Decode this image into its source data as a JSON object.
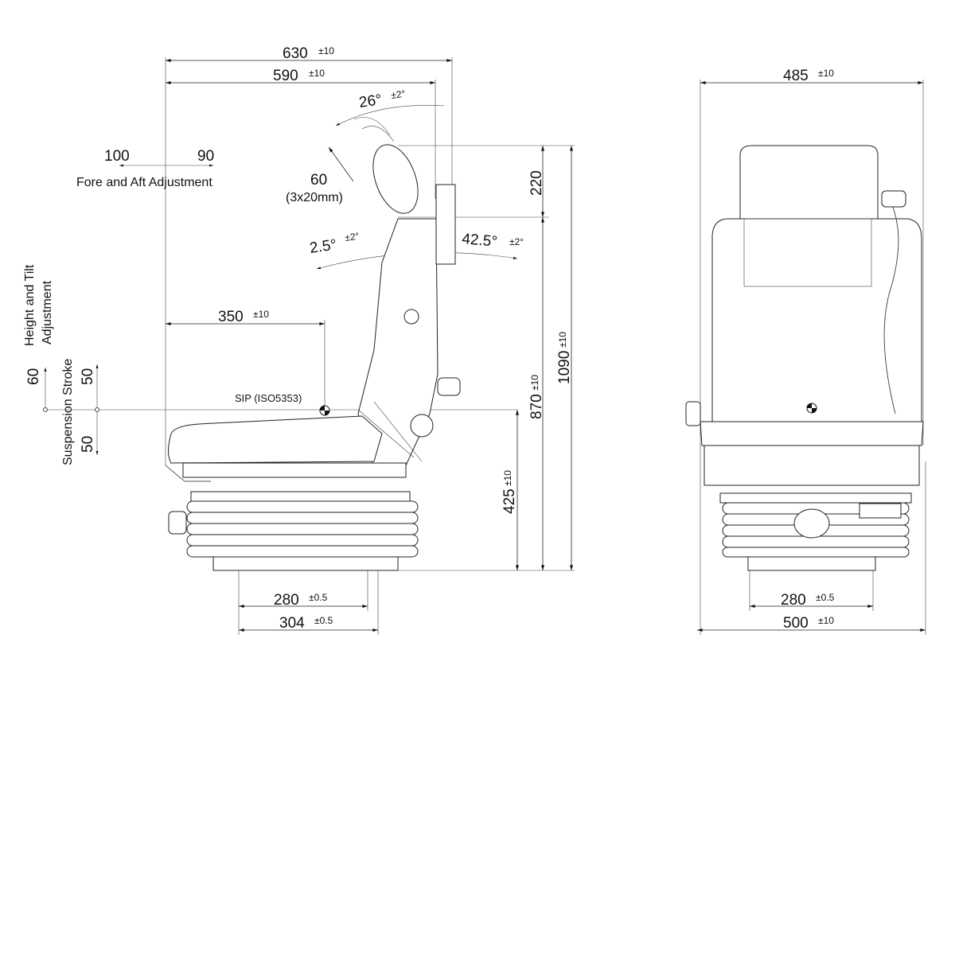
{
  "side_view": {
    "overall_depth": {
      "value": "630",
      "tol": "±10"
    },
    "seat_depth": {
      "value": "590",
      "tol": "±10"
    },
    "headrest_tilt": {
      "value": "26°",
      "tol": "±2°"
    },
    "headrest_travel": {
      "value": "60",
      "note": "(3x20mm)"
    },
    "headrest_height": {
      "value": "220"
    },
    "fore_aft": {
      "forward": "100",
      "aft": "90",
      "label": "Fore and Aft Adjustment"
    },
    "backrest_fwd": {
      "value": "2.5°",
      "tol": "±2°"
    },
    "backrest_rear": {
      "value": "42.5°",
      "tol": "±2°"
    },
    "sip_distance": {
      "value": "350",
      "tol": "±10"
    },
    "sip_label": "SIP (ISO5353)",
    "height_tilt": {
      "label_line1": "Height and Tilt",
      "label_line2": "Adjustment",
      "value": "60"
    },
    "suspension": {
      "label": "Suspension Stroke",
      "up": "50",
      "down": "50"
    },
    "sip_height": {
      "value": "425",
      "tol": "±10"
    },
    "backrest_top": {
      "value": "870",
      "tol": "±10"
    },
    "overall_height": {
      "value": "1090",
      "tol": "±10"
    },
    "base_inner": {
      "value": "280",
      "tol": "±0.5"
    },
    "base_outer": {
      "value": "304",
      "tol": "±0.5"
    }
  },
  "front_view": {
    "width_top": {
      "value": "485",
      "tol": "±10"
    },
    "base_inner": {
      "value": "280",
      "tol": "±0.5"
    },
    "width_bottom": {
      "value": "500",
      "tol": "±10"
    }
  }
}
